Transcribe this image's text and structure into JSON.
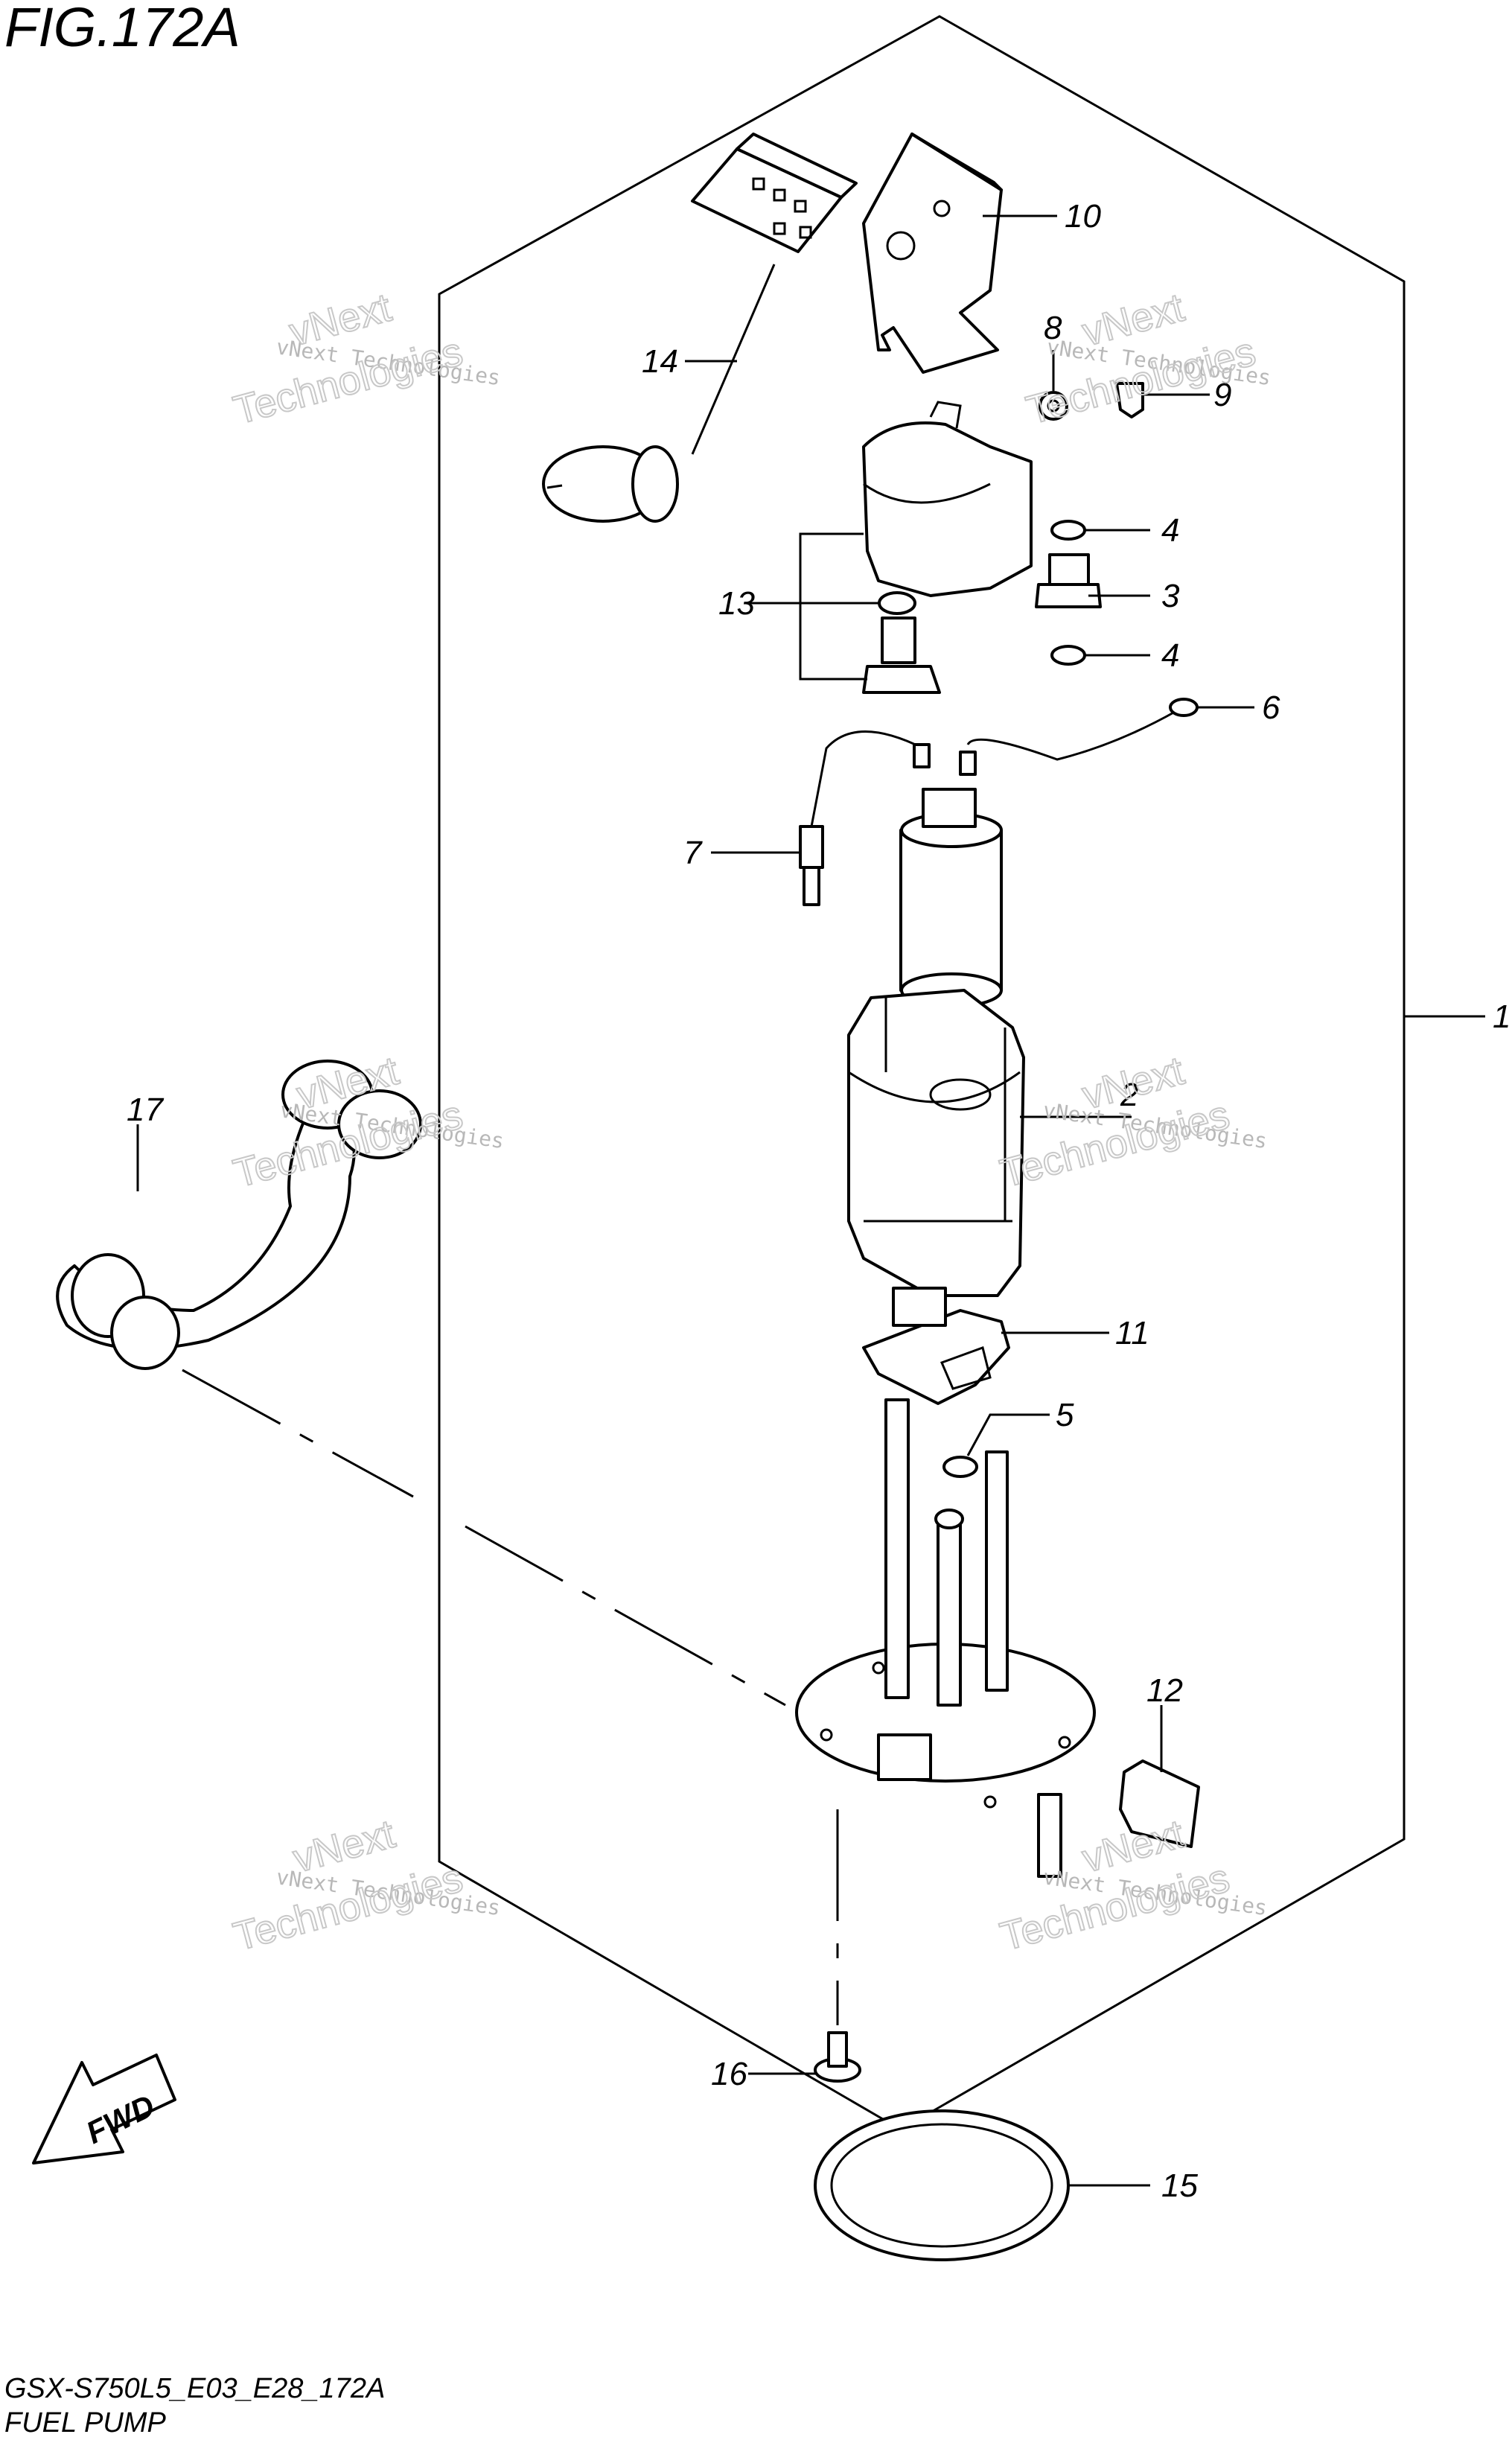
{
  "figure_title": "FIG.172A",
  "footer": {
    "code": "GSX-S750L5_E03_E28_172A",
    "name": "FUEL PUMP"
  },
  "fwd_label": "FWD",
  "watermark": {
    "small": "vNext Technologies",
    "big_line1": "vNext",
    "big_line2": "Technologies"
  },
  "callouts": [
    {
      "id": "c10",
      "label": "10"
    },
    {
      "id": "c8",
      "label": "8"
    },
    {
      "id": "c9",
      "label": "9"
    },
    {
      "id": "c14",
      "label": "14"
    },
    {
      "id": "c4a",
      "label": "4"
    },
    {
      "id": "c3",
      "label": "3"
    },
    {
      "id": "c4b",
      "label": "4"
    },
    {
      "id": "c13",
      "label": "13"
    },
    {
      "id": "c6",
      "label": "6"
    },
    {
      "id": "c7",
      "label": "7"
    },
    {
      "id": "c1",
      "label": "1"
    },
    {
      "id": "c2",
      "label": "2"
    },
    {
      "id": "c17",
      "label": "17"
    },
    {
      "id": "c11",
      "label": "11"
    },
    {
      "id": "c5",
      "label": "5"
    },
    {
      "id": "c12",
      "label": "12"
    },
    {
      "id": "c16",
      "label": "16"
    },
    {
      "id": "c15",
      "label": "15"
    }
  ]
}
